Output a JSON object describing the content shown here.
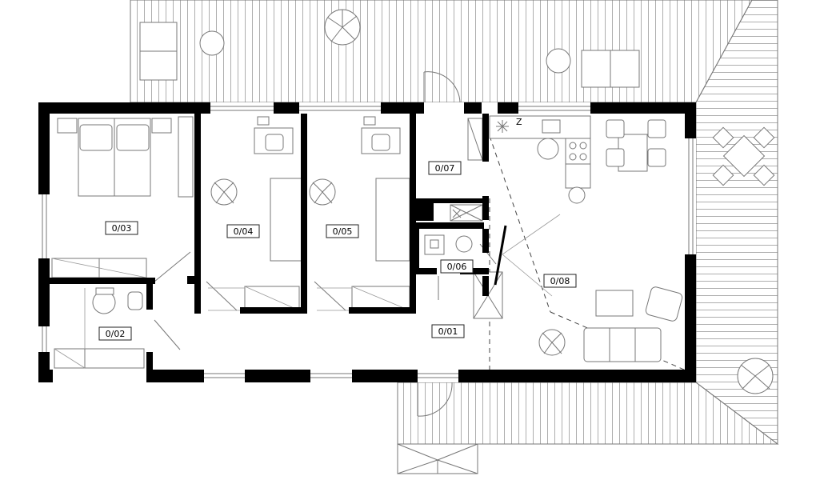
{
  "rooms": [
    {
      "id": "r001",
      "label": "0/01"
    },
    {
      "id": "r002",
      "label": "0/02"
    },
    {
      "id": "r003",
      "label": "0/03"
    },
    {
      "id": "r004",
      "label": "0/04"
    },
    {
      "id": "r005",
      "label": "0/05"
    },
    {
      "id": "r006",
      "label": "0/06"
    },
    {
      "id": "r007",
      "label": "0/07"
    },
    {
      "id": "r008",
      "label": "0/08"
    }
  ],
  "north_mark": "Z"
}
